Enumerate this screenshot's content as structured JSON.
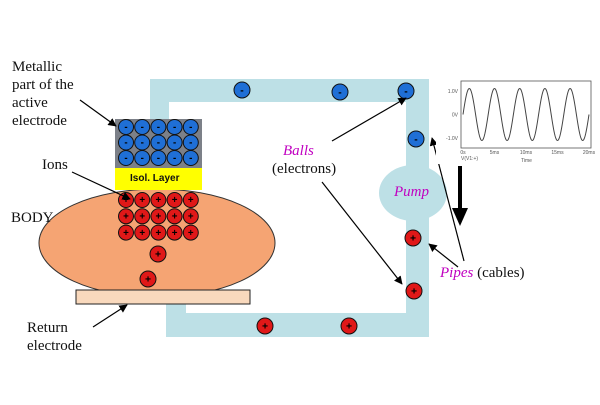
{
  "labels": {
    "metallic": [
      "Metallic",
      "part of the",
      "active",
      "electrode"
    ],
    "ions": "Ions",
    "body": "BODY",
    "isol_layer": "Isol. Layer",
    "return": [
      "Return",
      "electrode"
    ],
    "balls_title": "Balls",
    "balls_sub": "(electrons)",
    "pump": "Pump",
    "pipes_word": "Pipes",
    "pipes_rest": " (cables)"
  },
  "signs": {
    "electron": "-",
    "ion": "+"
  },
  "colors": {
    "pipe": "#bde0e6",
    "electron": "#1f6fd6",
    "ion": "#e01818",
    "body": "#f5a473",
    "return_plate": "#f9d9bd",
    "isol": "#ffff00",
    "metal": "#7c8088",
    "accent_text": "#c000c0"
  },
  "oscilloscope": {
    "y_ticks": [
      "1.0V",
      "0V",
      "-1.0V"
    ],
    "x_ticks": [
      "0s",
      "5ms",
      "10ms",
      "15ms",
      "20ms"
    ],
    "trace_label": "V(V1:+)",
    "x_label": "Time"
  }
}
